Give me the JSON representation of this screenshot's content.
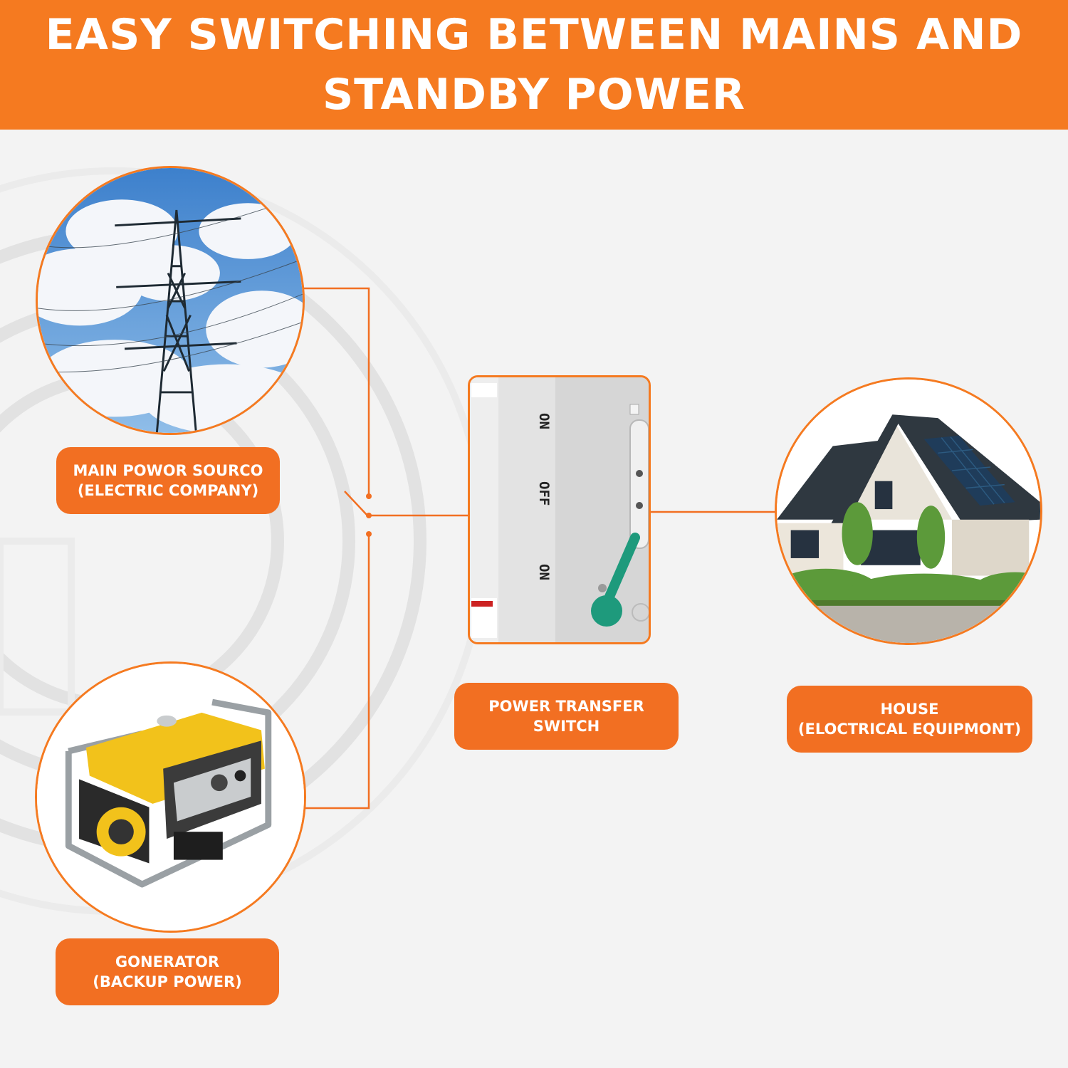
{
  "header": {
    "line1": "EASY SWITCHING BETWEEN MAINS AND",
    "line2": "STANDBY POWER"
  },
  "nodes": {
    "main_power": {
      "line1": "MAIN POWOR SOURCO",
      "line2": "(ELECTRIC COMPANY)"
    },
    "generator": {
      "line1": "GONERATOR",
      "line2": "(BACKUP POWER)"
    },
    "transfer_switch": {
      "line1": "POWER TRANSFER",
      "line2": "SWITCH"
    },
    "house": {
      "line1": "HOUSE",
      "line2": "(ELOCTRICAL EQUIPMONT)"
    }
  },
  "switch_markings": {
    "top": "ON",
    "middle": "OFF",
    "bottom": "ON"
  },
  "colors": {
    "accent": "#f57a20",
    "label_bg": "#f26f22",
    "handle": "#1e9a7c"
  },
  "icons": [
    "power-tower-icon",
    "generator-icon",
    "transfer-switch-icon",
    "house-icon"
  ]
}
